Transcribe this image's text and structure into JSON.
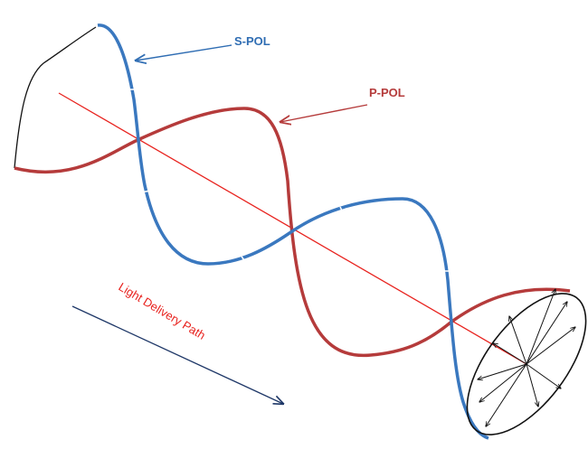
{
  "labels": {
    "s_pol": "S-POL",
    "p_pol": "P-POL",
    "light_path": "Light Delivery Path"
  },
  "colors": {
    "s_wave": "#3a78bf",
    "p_wave": "#b53b3b",
    "axis": "#e8231f",
    "s_label": "#2f6db3",
    "p_label": "#b53b3b",
    "path_label": "#e8231f",
    "path_arrow": "#1f3868",
    "ellipse": "#111111"
  }
}
